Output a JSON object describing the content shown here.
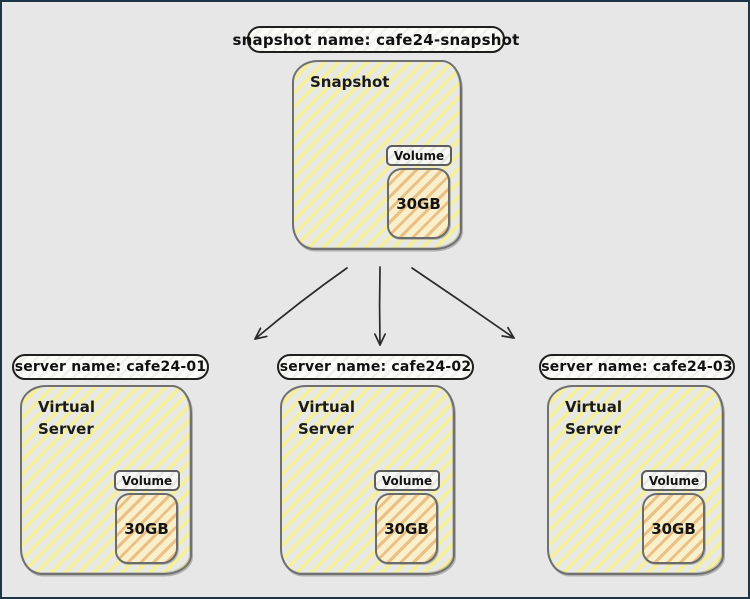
{
  "diagram": {
    "snapshot_label": "snapshot name: cafe24-snapshot",
    "snapshot": {
      "title": "Snapshot",
      "volume": {
        "label": "Volume",
        "size": "30GB"
      }
    },
    "servers": [
      {
        "label": "server name: cafe24-01",
        "title": "Virtual Server",
        "volume": {
          "label": "Volume",
          "size": "30GB"
        }
      },
      {
        "label": "server name: cafe24-02",
        "title": "Virtual Server",
        "volume": {
          "label": "Volume",
          "size": "30GB"
        }
      },
      {
        "label": "server name: cafe24-03",
        "title": "Virtual Server",
        "volume": {
          "label": "Volume",
          "size": "30GB"
        }
      }
    ],
    "colors": {
      "canvas_bg": "#e7e7e7",
      "frame_border": "#1e3448",
      "node_hatch_yellow": "#f6f094",
      "node_border": "#707070",
      "volume_box_fill": "#f9efca",
      "volume_box_hatch_orange": "#de9950",
      "pill_bg": "#fbfbf8",
      "text": "#1b1b1b",
      "arrow": "#2b2b2b"
    }
  }
}
